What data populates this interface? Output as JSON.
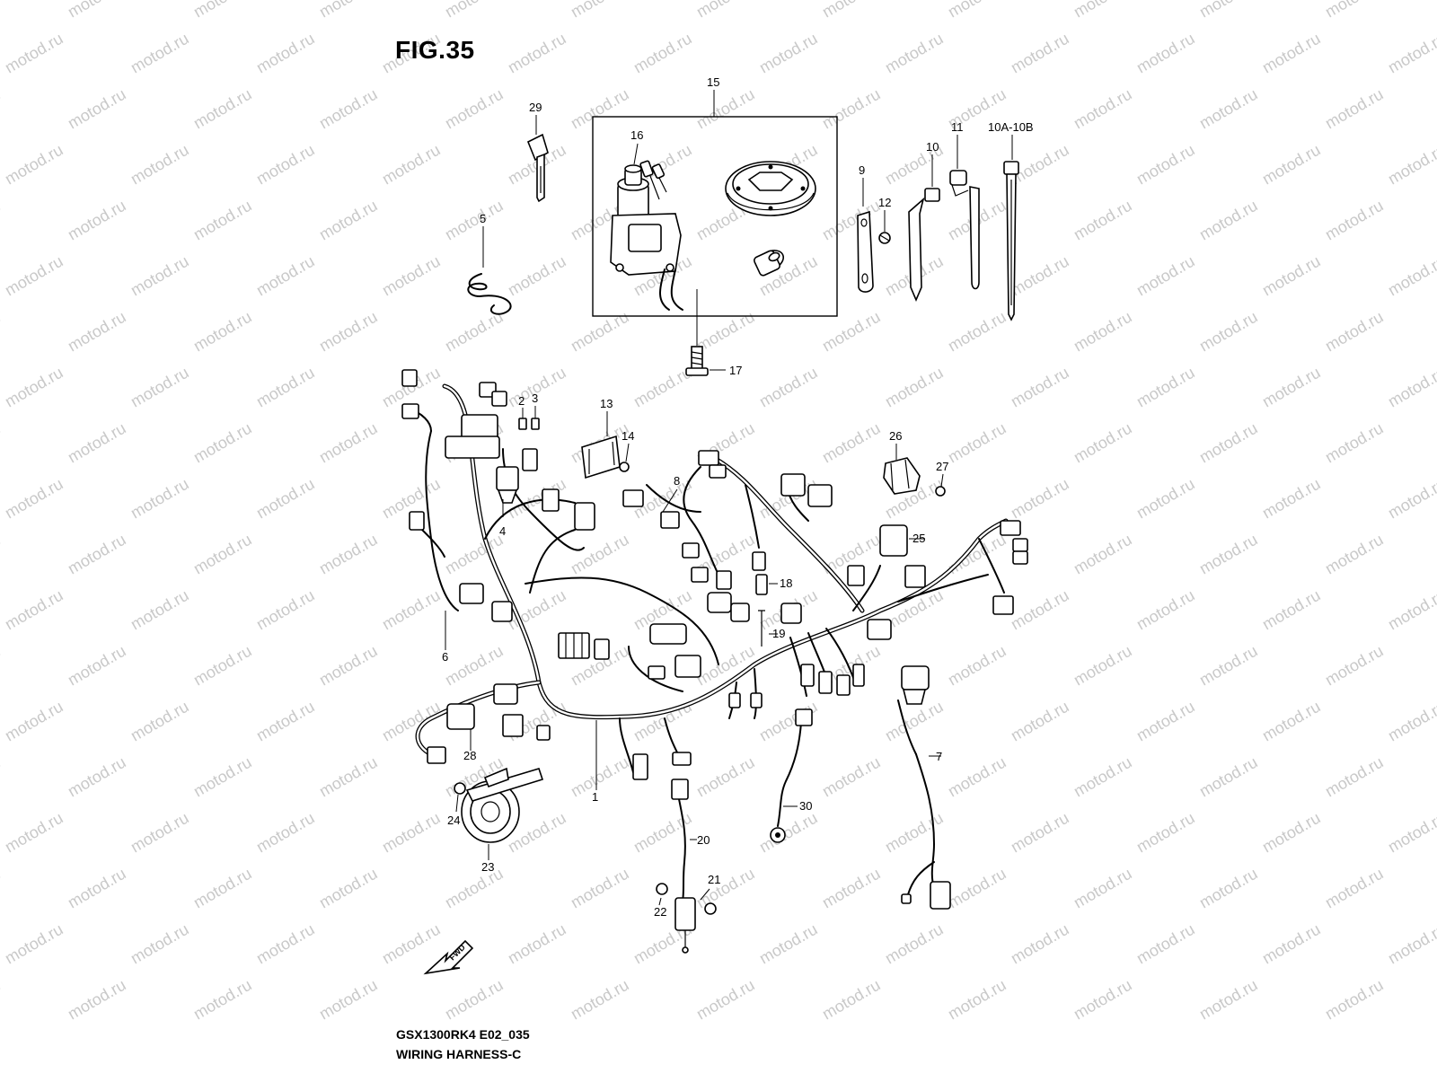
{
  "figure_title": "FIG.35",
  "model_code": "GSX1300RK4  E02_035",
  "section_title": "WIRING HARNESS-C",
  "watermark": "motod.ru",
  "fwd_label": "FWD",
  "callouts": [
    "15",
    "16",
    "29",
    "5",
    "9",
    "10",
    "11",
    "12",
    "10A-10B",
    "17",
    "2",
    "3",
    "13",
    "14",
    "4",
    "8",
    "6",
    "26",
    "27",
    "25",
    "18",
    "19",
    "28",
    "24",
    "23",
    "1",
    "20",
    "21",
    "22",
    "30",
    "7"
  ]
}
